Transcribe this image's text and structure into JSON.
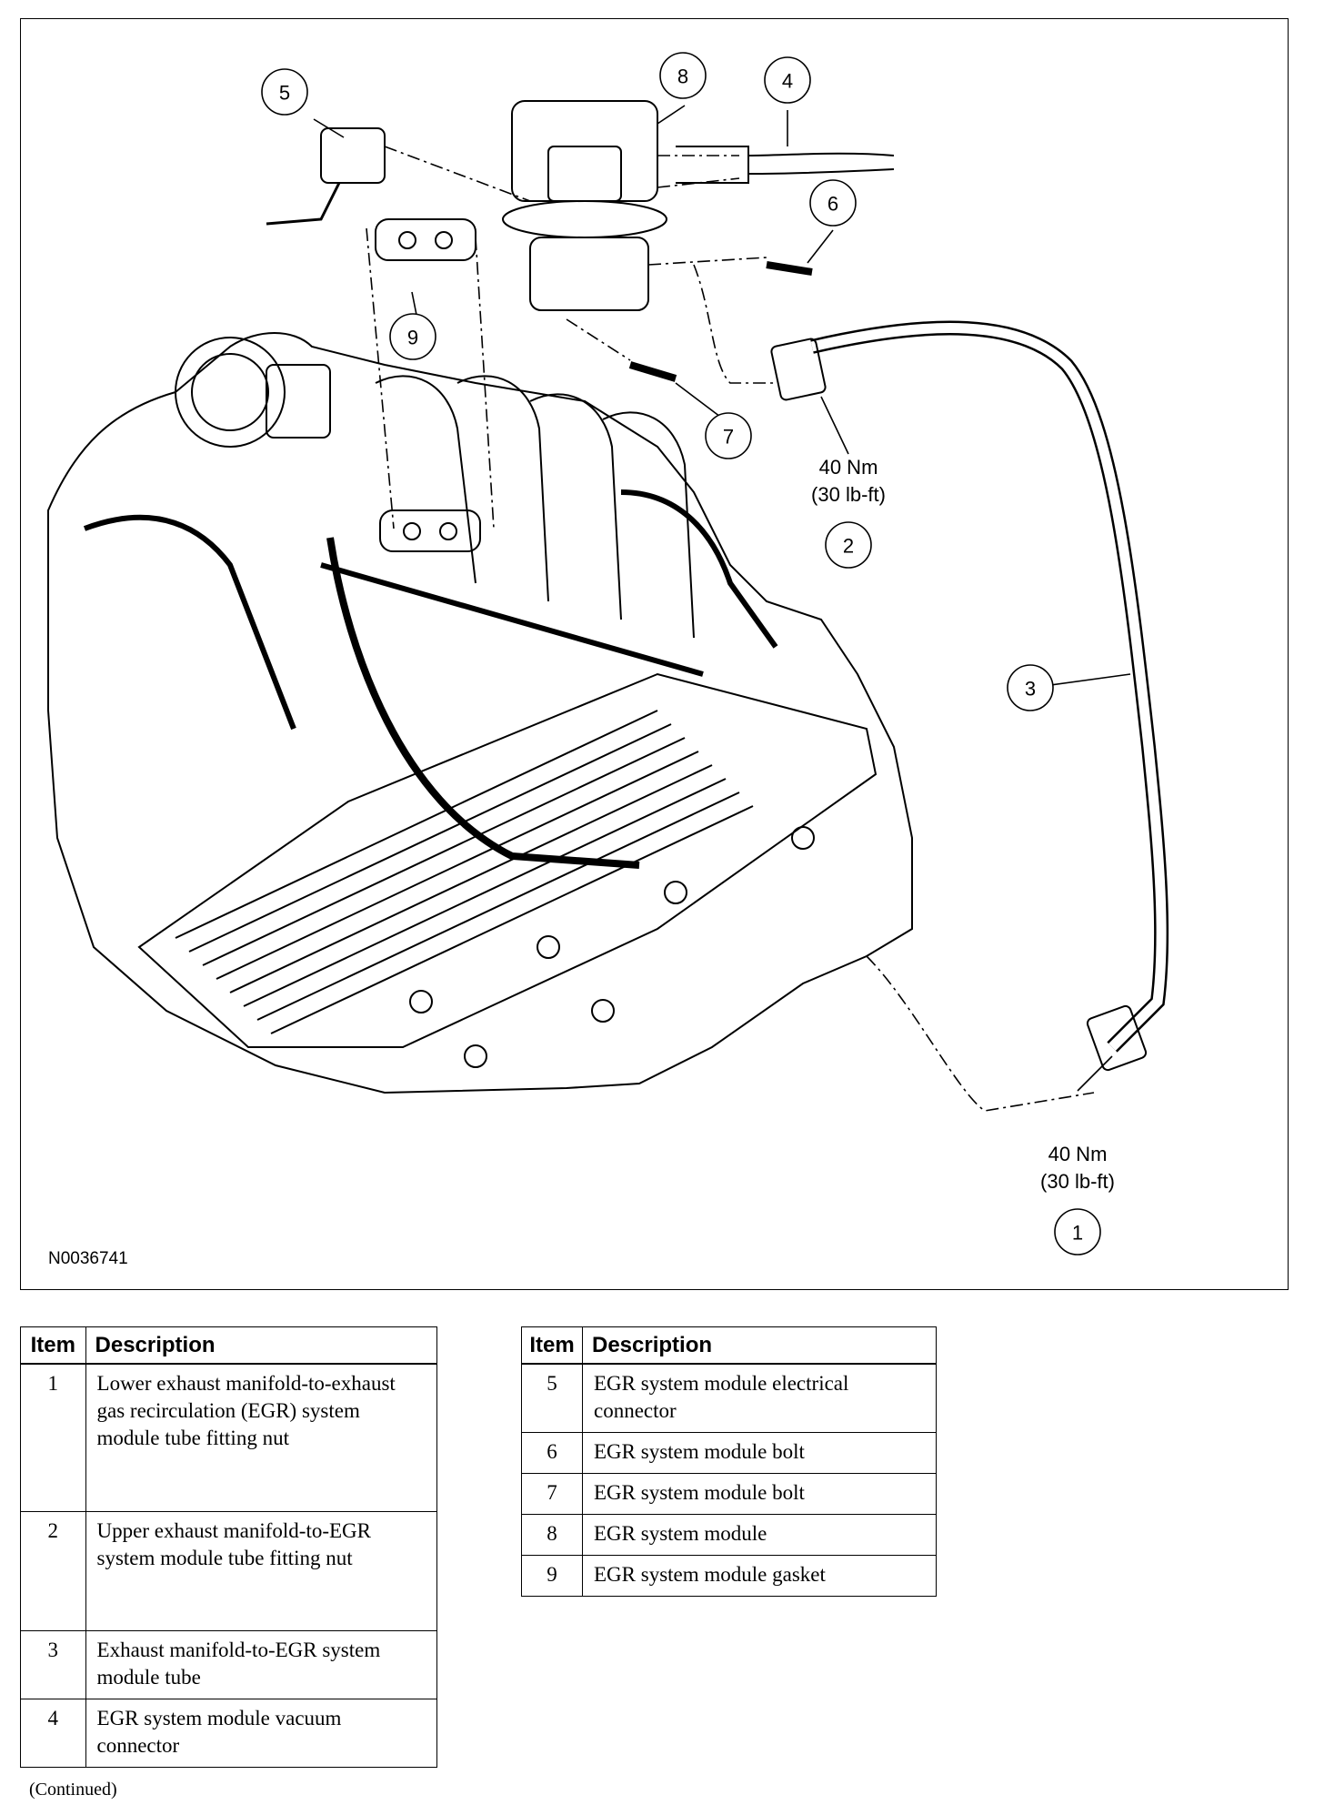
{
  "figure": {
    "id": "N0036741",
    "callouts": [
      "1",
      "2",
      "3",
      "4",
      "5",
      "6",
      "7",
      "8",
      "9"
    ],
    "torque_1": {
      "nm": "40 Nm",
      "lbft": "(30 lb-ft)"
    },
    "torque_2": {
      "nm": "40 Nm",
      "lbft": "(30 lb-ft)"
    }
  },
  "legend": {
    "col_item": "Item",
    "col_description": "Description",
    "left_rows": [
      {
        "item": "1",
        "description": "Lower exhaust manifold-to-exhaust gas recirculation (EGR) system module tube fitting nut"
      },
      {
        "item": "2",
        "description": "Upper exhaust manifold-to-EGR system module tube fitting nut"
      },
      {
        "item": "3",
        "description": "Exhaust manifold-to-EGR system module tube"
      },
      {
        "item": "4",
        "description": "EGR system module vacuum connector"
      }
    ],
    "right_rows": [
      {
        "item": "5",
        "description": "EGR system module electrical connector"
      },
      {
        "item": "6",
        "description": "EGR system module bolt"
      },
      {
        "item": "7",
        "description": "EGR system module bolt"
      },
      {
        "item": "8",
        "description": "EGR system module"
      },
      {
        "item": "9",
        "description": "EGR system module gasket"
      }
    ]
  },
  "footer": {
    "continued": "(Continued)"
  }
}
